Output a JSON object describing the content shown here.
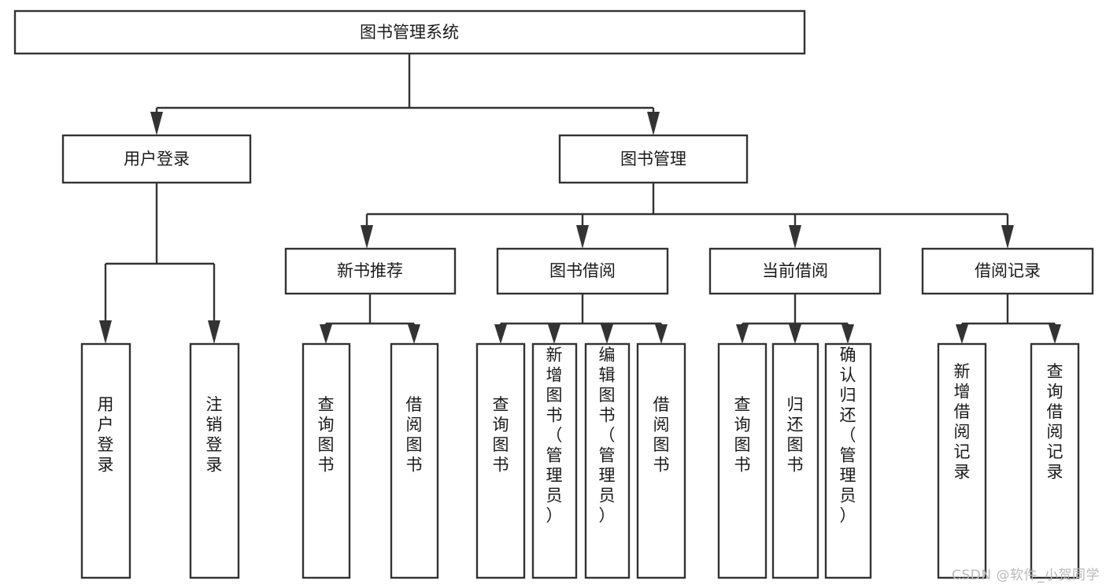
{
  "diagram": {
    "title": "图书管理系统",
    "type": "hierarchy-tree",
    "watermark": "CSDN @软件_小贺同学",
    "colors": {
      "box_stroke": "#333333",
      "box_fill": "#ffffff",
      "text": "#1a1a1a",
      "background": "#ffffff",
      "watermark": "#b9b9b9"
    },
    "levels": {
      "level1": [
        "图书管理系统"
      ],
      "level2": [
        "用户登录",
        "图书管理"
      ],
      "level3": [
        "新书推荐",
        "图书借阅",
        "当前借阅",
        "借阅记录"
      ],
      "level4": [
        "用户登录",
        "注销登录",
        "查询图书",
        "借阅图书",
        "查询图书",
        "新增图书（管理员）",
        "编辑图书（管理员）",
        "借阅图书",
        "查询图书",
        "归还图书",
        "确认归还（管理员）",
        "新增借阅记录",
        "查询借阅记录"
      ]
    },
    "nodes": {
      "root": {
        "label": "图书管理系统"
      },
      "user_login": {
        "label": "用户登录"
      },
      "book_manage": {
        "label": "图书管理"
      },
      "new_book_rec": {
        "label": "新书推荐"
      },
      "book_borrow": {
        "label": "图书借阅"
      },
      "current_borrow": {
        "label": "当前借阅"
      },
      "borrow_record": {
        "label": "借阅记录"
      },
      "leaf_user_login": {
        "label": "用户登录"
      },
      "leaf_logout": {
        "label": "注销登录"
      },
      "leaf_query_book_1": {
        "label": "查询图书"
      },
      "leaf_borrow_book_1": {
        "label": "借阅图书"
      },
      "leaf_query_book_2": {
        "label": "查询图书"
      },
      "leaf_add_book": {
        "label": "新增图书（管理员）"
      },
      "leaf_edit_book": {
        "label": "编辑图书（管理员）"
      },
      "leaf_borrow_book_2": {
        "label": "借阅图书"
      },
      "leaf_query_book_3": {
        "label": "查询图书"
      },
      "leaf_return_book": {
        "label": "归还图书"
      },
      "leaf_confirm_return": {
        "label": "确认归还（管理员）"
      },
      "leaf_add_record": {
        "label": "新增借阅记录"
      },
      "leaf_query_record": {
        "label": "查询借阅记录"
      }
    }
  }
}
